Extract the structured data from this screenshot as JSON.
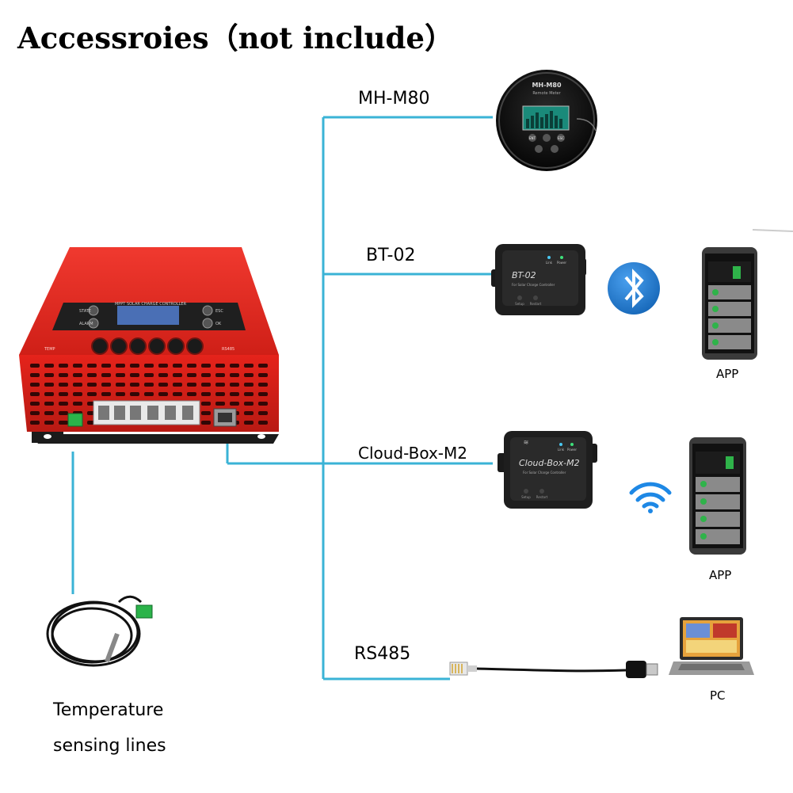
{
  "title": "Accessroies（not include）",
  "controller": {
    "panel_title": "MPPT SOLAR CHARGE CONTROLLER",
    "btn_status": "STATE",
    "btn_alarm": "ALARM",
    "btn_esc": "ESC",
    "btn_ok": "OK",
    "port_temp": "TEMP",
    "port_rs485": "RS485"
  },
  "accessories": {
    "mh_m80": {
      "label": "MH-M80",
      "device_text": "MH-M80",
      "device_sub": "Remote Meter",
      "btn1": "ENT",
      "btn2": "ESC"
    },
    "bt_02": {
      "label": "BT-02",
      "device_text": "BT-02",
      "device_sub": "For Solar Charge Controller",
      "led1": "Link",
      "led2": "Power",
      "btn1": "Setup",
      "btn2": "Restart"
    },
    "cloud_box": {
      "label": "Cloud-Box-M2",
      "device_text": "Cloud-Box-M2",
      "device_sub": "For Solar Charge Controller",
      "led1": "Link",
      "led2": "Power",
      "btn1": "Setup",
      "btn2": "Restart"
    },
    "rs485": {
      "label": "RS485"
    }
  },
  "app1_label": "APP",
  "app2_label": "APP",
  "pc_label": "PC",
  "temperature_label_line1": "Temperature",
  "temperature_label_line2": "sensing lines",
  "colors": {
    "connector": "#3ab3d6",
    "controller_red": "#e5231b",
    "bluetooth": "#1f7ad1",
    "wifi": "#1e88e5"
  }
}
